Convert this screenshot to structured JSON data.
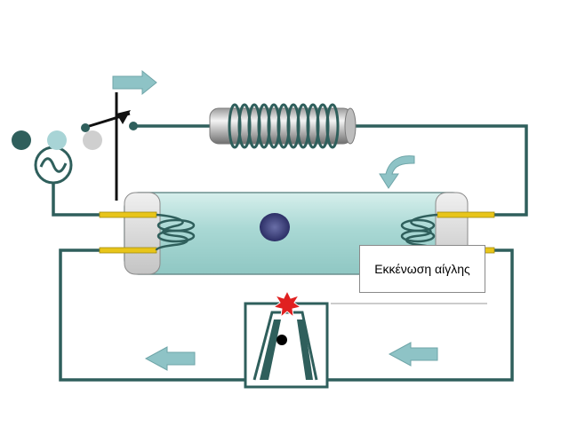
{
  "label": "Εκκένωση αίγλης",
  "colors": {
    "wire": "#2f5f5c",
    "arrow": "#8ec3c6",
    "tube": "#bfe3e0",
    "tube_end": "#d8d8d8",
    "electrode": "#e8c51a",
    "spark": "#e02020"
  },
  "icons": [
    "ac-source-icon",
    "switch-icon",
    "arrow-icon",
    "inductor-coil",
    "fluorescent-tube",
    "starter-icon",
    "spark-icon"
  ]
}
